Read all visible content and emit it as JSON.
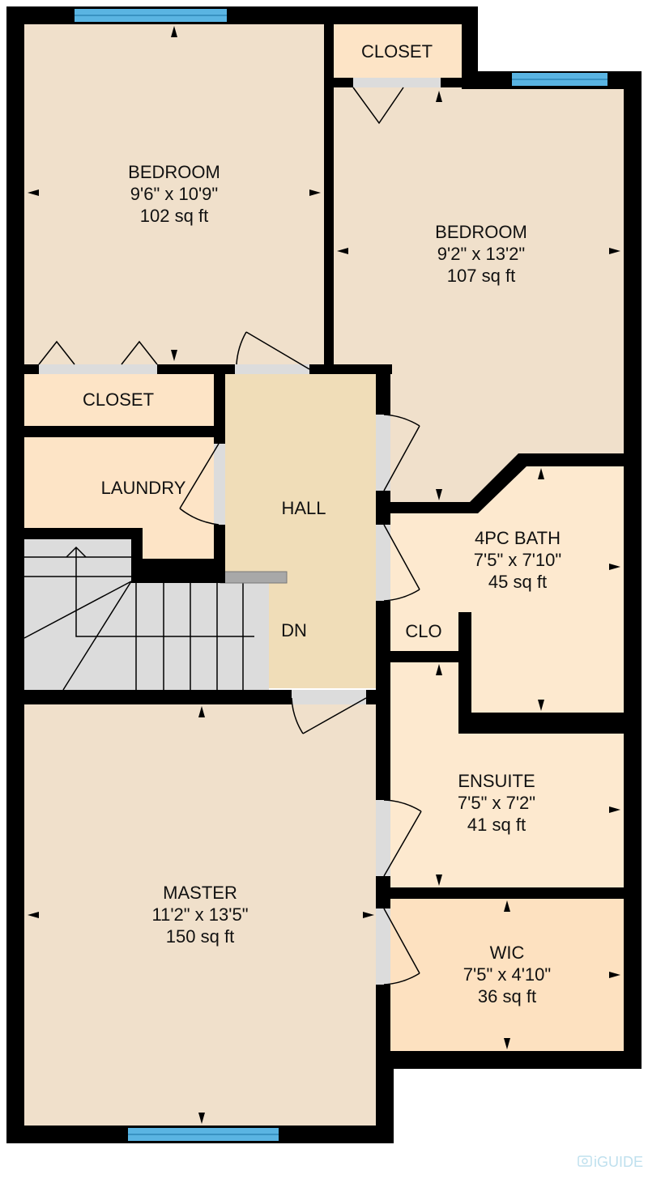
{
  "colors": {
    "wall": "#000000",
    "bedroom_floor": "#f0e0cb",
    "closet_floor": "#fde4c6",
    "hall_floor": "#f0ddb8",
    "bath_floor": "#fde9cf",
    "wic_floor": "#fde1c0",
    "stair_floor": "#dcdcdc",
    "door_gap": "#dcdcdc",
    "window": "#5ab4e2"
  },
  "rooms": {
    "bedroom_left": {
      "name": "BEDROOM",
      "dims": "9'6\" x 10'9\"",
      "area": "102 sq ft"
    },
    "bedroom_right": {
      "name": "BEDROOM",
      "dims": "9'2\" x 13'2\"",
      "area": "107 sq ft"
    },
    "closet_top": {
      "name": "CLOSET"
    },
    "closet_left": {
      "name": "CLOSET"
    },
    "laundry": {
      "name": "LAUNDRY"
    },
    "hall": {
      "name": "HALL"
    },
    "stairs": {
      "name": "DN"
    },
    "bath": {
      "name": "4PC BATH",
      "dims": "7'5\" x 7'10\"",
      "area": "45 sq ft"
    },
    "clo": {
      "name": "CLO"
    },
    "ensuite": {
      "name": "ENSUITE",
      "dims": "7'5\" x 7'2\"",
      "area": "41 sq ft"
    },
    "master": {
      "name": "MASTER",
      "dims": "11'2\" x 13'5\"",
      "area": "150 sq ft"
    },
    "wic": {
      "name": "WIC",
      "dims": "7'5\" x 4'10\"",
      "area": "36 sq ft"
    }
  },
  "watermark": {
    "text": "iGUIDE",
    "icon": "camera-icon"
  }
}
